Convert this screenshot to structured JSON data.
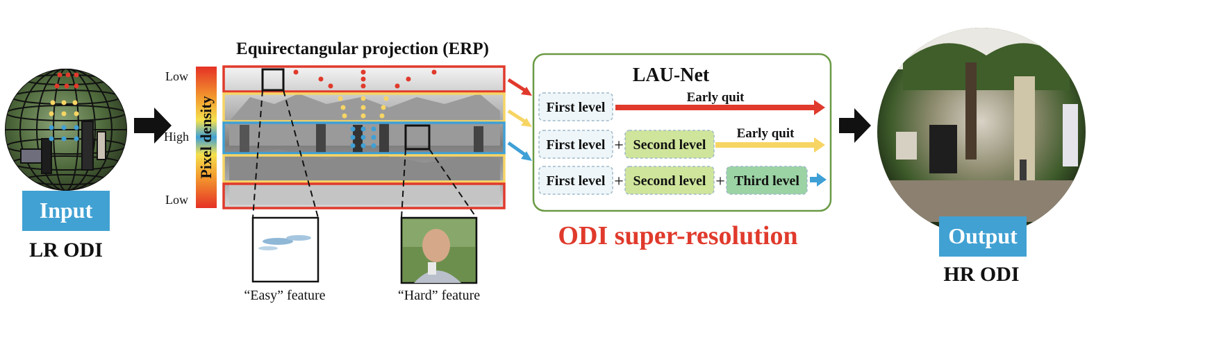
{
  "input": {
    "badge": "Input",
    "caption": "LR ODI"
  },
  "output": {
    "badge": "Output",
    "caption": "HR ODI"
  },
  "erp": {
    "title": "Equirectangular projection (ERP)",
    "density_label": "Pixel density",
    "density_ticks": [
      "Low",
      "High",
      "Low"
    ],
    "easy_caption": "“Easy” feature",
    "hard_caption": "“Hard” feature"
  },
  "network": {
    "title": "LAU-Net",
    "plus": "+",
    "rows": [
      {
        "levels": [
          "First level"
        ],
        "quit_label": "Early quit"
      },
      {
        "levels": [
          "First level",
          "Second level"
        ],
        "quit_label": "Early quit"
      },
      {
        "levels": [
          "First level",
          "Second level",
          "Third level"
        ],
        "quit_label": ""
      }
    ]
  },
  "headline": "ODI super-resolution",
  "colors": {
    "red": "#e03a2c",
    "yellow": "#f7d564",
    "blue": "#3fa0d6",
    "green_frame": "#6a9a45",
    "badge": "#41a1d3",
    "level1": "#eef6f9",
    "level2": "#cfe59b",
    "level3": "#9bd3a4"
  },
  "icons": {
    "globe": "wireframe-globe-icon",
    "arrow": "black-arrow-icon"
  }
}
